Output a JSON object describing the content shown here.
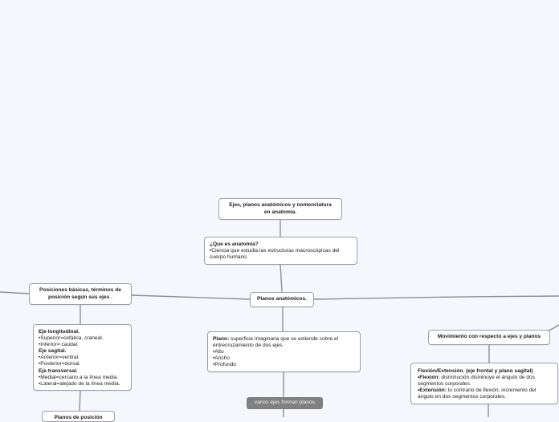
{
  "root": {
    "title_line1": "Ejes, planos anatómicos y nomenclatura",
    "title_line2": "en anatomía."
  },
  "que_es": {
    "question": "¿Que es anatomía?",
    "answer_line1": "•Ciencia que estudia las estructuras macroscópicas del",
    "answer_line2": "cuerpo humano."
  },
  "planos": {
    "title": "Planos anatómicos."
  },
  "posiciones": {
    "title_line1": "Posiciones básicas, términos de",
    "title_line2": "posición según sus ejes ."
  },
  "ejes": {
    "longitudinal": "Eje longitudinal.",
    "superior": "•Superior=cefálica, craneal.",
    "inferior": "•Inferior= caudal.",
    "sagital": "Eje sagital.",
    "anterior": "•Anterior=ventral.",
    "posterior": "•Posterior=dorsal.",
    "transversal": "Eje transversal.",
    "medial": "•Medial=cercano a la línea media.",
    "lateral": "•Lateral=alejado de la línea media."
  },
  "plano_def": {
    "label": "Plano:",
    "text_line1": " superficie imaginaria que se extiende sobre el",
    "text_line2": "entrecruzamiento de dos ejes",
    "alto": "•Alto",
    "ancho": "•Ancho",
    "profundo": "•Profundo"
  },
  "varios_tag": "varios ejes forman planos",
  "movimiento": {
    "title": "Movimiento con respecto a ejes y planos"
  },
  "flexion": {
    "title": "Flexión/Extensión. (eje frontal y plano sagital)",
    "flexion_label": "•Flexión:",
    "flexion_line1": " disminución disminuye el ángulo de dos",
    "flexion_line2": "segmentos corporales.",
    "extension_label": "•Extensión:",
    "extension_line1": " lo contrario de flexión, incremento del",
    "extension_line2": "ángulo en dos segmentos corporales."
  },
  "bottom_partial": {
    "text": "Planos de posición"
  },
  "colors": {
    "background": "#f5f7fd",
    "node_border": "#9aa0a8",
    "connector": "#8a8f96",
    "tag_bg": "#808080"
  }
}
